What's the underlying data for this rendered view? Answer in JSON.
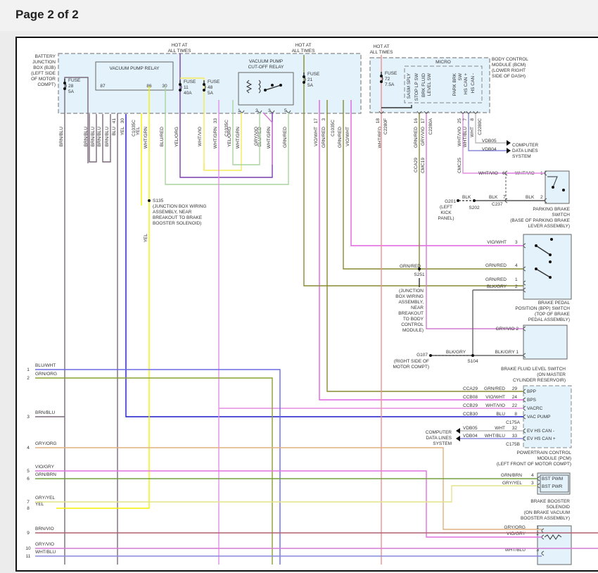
{
  "page_title": "Page 2 of 2",
  "colors": {
    "module_fill": "#e3f2fb",
    "dash": "#888888",
    "BRN/BLU": "#7b6a7a",
    "BLU": "#1a1acc",
    "YEL": "#f2f200",
    "WHT/GRN": "#a8d4a0",
    "BLU/RED": "#7a3cb0",
    "YEL/ORG": "#f4ea5a",
    "WHT/VIO": "#e48ee4",
    "GRY/VIO": "#d37bd3",
    "GRN/RED": "#8a8a30",
    "VIO/WHT": "#e060e0",
    "WHT/RED": "#f09090",
    "WHT/BLU": "#8888dd",
    "WHT": "#bbbbbb",
    "BLK": "#555555",
    "BLK/GRY": "#666666",
    "BLU/WHT": "#6a6ae8",
    "GRN/ORG": "#8aa030",
    "GRY/ORG": "#e0b080",
    "VIO/GRY": "#e070e0",
    "GRN/BRN": "#70a040",
    "GRY/YEL": "#e4e48a",
    "BRN/VIO": "#b06070"
  },
  "hot_labels": [
    "HOT AT",
    "ALL TIMES"
  ],
  "bjb": {
    "label": [
      "BATTERY",
      "JUNCTION",
      "BOX (BJB)",
      "(LEFT SIDE",
      "OF MOTOR",
      "COMPT)"
    ],
    "relay1": {
      "title": "VACUUM PUMP RELAY",
      "pins": [
        "87",
        "86",
        "30"
      ]
    },
    "relay2": {
      "title": [
        "VACUUM PUMP",
        "CUT-OFF RELAY"
      ],
      "pins": [
        "1",
        "2",
        "3",
        "5"
      ]
    },
    "fuses": [
      {
        "name": "FUSE",
        "num": "28",
        "amp": "5A"
      },
      {
        "name": "FUSE",
        "num": "11",
        "amp": "40A"
      },
      {
        "name": "FUSE",
        "num": "48",
        "amp": "5A"
      },
      {
        "name": "FUSE",
        "num": "21",
        "amp": "5A"
      }
    ],
    "wire_labels": [
      "BRN/BLU",
      "BRN/BLU",
      "BRN/BLU",
      "BRN/BLU",
      "BRN/BLU",
      "BLU",
      "YEL",
      "YEL",
      "WHT/GRN",
      "BLU/RED",
      "YEL/ORG",
      "WHT/VIO",
      "WHT/GRN",
      "YEL/ORG",
      "WHT/GRN",
      "GRY/VIO",
      "BLU/RED",
      "WHT/GRN",
      "GRN/RED",
      "VIO/WHT",
      "GRN/RED",
      "GRN/RED",
      "VIO/WHT"
    ],
    "pins": [
      "41",
      "30",
      "33",
      "17",
      "3"
    ],
    "connector": "C1035C"
  },
  "bcm": {
    "label": [
      "BODY CONTROL",
      "MODULE (BCM)",
      "(LOWER RIGHT",
      "SIDE OF DASH)"
    ],
    "micro": "MICRO",
    "fuse": {
      "name": "FUSE",
      "num": "72",
      "amp": "7.5A"
    },
    "inputs": [
      "SASM SPLY",
      "STOP LP SW",
      "BRK FLUID",
      "LEVEL SW",
      "PARK BRK",
      "SW",
      "HS CAN +",
      "HS CAN -"
    ],
    "wires": [
      {
        "pin": "18",
        "color": "WHT/RED",
        "conn": "C2280F"
      },
      {
        "pin": "16",
        "color": "GRN/RED",
        "circuit": "CCA29"
      },
      {
        "pin": "17",
        "color": "GRY/VIO",
        "circuit": "CMC19",
        "conn": "C2280A"
      },
      {
        "pin": "25",
        "color": "WHT/VIO",
        "circuit": "CMC25"
      },
      {
        "pin": "7",
        "color": "WHT/BLU"
      },
      {
        "pin": "8",
        "color": "WHT",
        "conn": "C2280C"
      }
    ],
    "data_lines": {
      "circuits": [
        "VDB05",
        "VDB04"
      ],
      "label": [
        "COMPUTER",
        "DATA LINES",
        "SYSTEM"
      ]
    }
  },
  "parking_brake": {
    "wires": [
      {
        "color": "WHT/VIO",
        "pin_a": "6",
        "pin_b": "1",
        "color_b": "WHT/VIO"
      },
      {
        "color": "BLK",
        "pin_a": "7",
        "pin_b": "2",
        "color_b": "BLK"
      }
    ],
    "connector": "C237",
    "ground": {
      "id": "G201",
      "desc": [
        "(LEFT",
        "KICK",
        "PANEL)"
      ],
      "splice": "S202",
      "wire": "BLK"
    },
    "label": [
      "PARKING BRAKE",
      "SWITCH",
      "(BASE OF PARKING BRAKE",
      "LEVER ASSEMBLY)"
    ]
  },
  "bpp_switch": {
    "wires": [
      {
        "color": "VIO/WHT",
        "pin": "3"
      },
      {
        "color": "GRN/RED",
        "pin": "4"
      },
      {
        "color": "GRN/RED",
        "pin": "1"
      },
      {
        "color": "BLK/GRY",
        "pin": "2"
      }
    ],
    "splice": {
      "id": "S251",
      "wire": "GRN/RED",
      "desc": [
        "(JUNCTION",
        "BOX WIRING",
        "ASSEMBLY,",
        "NEAR",
        "BREAKOUT",
        "TO BODY",
        "CONTROL",
        "MODULE)"
      ]
    },
    "label": [
      "BRAKE PEDAL",
      "POSITION (BPP) SWITCH",
      "(TOP OF BRAKE",
      "PEDAL ASSEMBLY)"
    ]
  },
  "fluid_switch": {
    "wires": [
      {
        "color": "GRY/VIO",
        "pin": "2"
      },
      {
        "color": "BLK/GRY",
        "pin": "1"
      }
    ],
    "ground": {
      "id": "G107",
      "desc": [
        "(RIGHT SIDE OF",
        "MOTOR COMPT)"
      ],
      "splice": "S104",
      "wire": "BLK/GRY"
    },
    "label": [
      "BRAKE FLUID LEVEL SWITCH",
      "(ON MASTER",
      "CYLINDER RESERVOIR)"
    ]
  },
  "pcm": {
    "rows": [
      {
        "circuit": "CCA29",
        "color": "GRN/RED",
        "pin": "29",
        "func": "BPP"
      },
      {
        "circuit": "CCB08",
        "color": "VIO/WHT",
        "pin": "24",
        "func": "BPS"
      },
      {
        "circuit": "CCB29",
        "color": "WHT/VIO",
        "pin": "22",
        "func": "VACRC"
      },
      {
        "circuit": "CCB30",
        "color": "BLU",
        "pin": "8",
        "func": "VAC PUMP"
      }
    ],
    "conn_a": "C175A",
    "can_rows": [
      {
        "circuit": "VDB05",
        "color": "WHT",
        "pin": "32",
        "func": "EV HS CAN -"
      },
      {
        "circuit": "VDB04",
        "color": "WHT/BLU",
        "pin": "33",
        "func": "EV HS CAN +"
      }
    ],
    "conn_b": "C175B",
    "data_lines": [
      "COMPUTER",
      "DATA LINES",
      "SYSTEM"
    ],
    "label": [
      "POWERTRAIN CONTROL",
      "MODULE (PCM)",
      "(LEFT FRONT OF MOTOR COMPT)"
    ]
  },
  "s135": {
    "id": "S135",
    "desc": [
      "(JUNCTION BOX WIRING",
      "ASSEMBLY, NEAR",
      "BREAKOUT TO BRAKE",
      "BOOSTER SOLENOID)"
    ],
    "wire": "YEL"
  },
  "booster": {
    "wires": [
      {
        "color": "GRN/BRN",
        "pin": "4",
        "func": "BST PWM"
      },
      {
        "color": "GRY/YEL",
        "pin": "3",
        "func": "BST PWR"
      }
    ],
    "label": [
      "BRAKE BOOSTER",
      "SOLENOID",
      "(ON BRAKE VACUUM",
      "BOOSTER ASSEMBLY)"
    ]
  },
  "sensor": {
    "wires": [
      {
        "color": "GRY/ORG",
        "pin": "1"
      },
      {
        "color": "VIO/GRY",
        "pin": "2"
      },
      {
        "color": "WHT/BLU",
        "pin": "3"
      }
    ]
  },
  "left_connector": [
    {
      "pin": "1",
      "color": "BLU/WHT"
    },
    {
      "pin": "2",
      "color": "GRN/ORG"
    },
    {
      "pin": "3",
      "color": "BRN/BLU"
    },
    {
      "pin": "4",
      "color": "GRY/ORG"
    },
    {
      "pin": "5",
      "color": "VIO/GRY"
    },
    {
      "pin": "6",
      "color": "GRN/BRN"
    },
    {
      "pin": "7",
      "color": "GRY/YEL"
    },
    {
      "pin": "8",
      "color": "YEL"
    },
    {
      "pin": "9",
      "color": "BRN/VIO"
    },
    {
      "pin": "10",
      "color": "GRY/VIO"
    },
    {
      "pin": "11",
      "color": "WHT/BLU"
    }
  ]
}
